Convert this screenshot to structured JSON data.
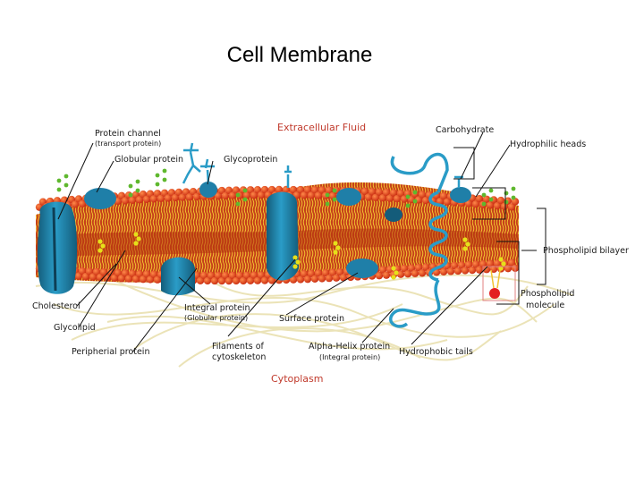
{
  "title": "Cell Membrane",
  "labels": {
    "extracellular_fluid": "Extracellular Fluid",
    "cytoplasm": "Cytoplasm",
    "protein_channel": "Protein channel",
    "protein_channel_sub": "(transport protein)",
    "globular_protein": "Globular protein",
    "glycoprotein": "Glycoprotein",
    "carbohydrate": "Carbohydrate",
    "hydrophilic_heads": "Hydrophilic heads",
    "phospholipid_bilayer": "Phospholipid bilayer",
    "phospholipid_molecule_1": "Phospholipid",
    "phospholipid_molecule_2": "molecule",
    "cholesterol": "Cholesterol",
    "glycolipid": "Glycolipid",
    "peripheral_protein": "Peripherial protein",
    "integral_protein": "Integral protein",
    "integral_protein_sub": "(Globular protein)",
    "surface_protein": "Surface protein",
    "filaments_1": "Filaments of",
    "filaments_2": "cytoskeleton",
    "alpha_helix": "Alpha-Helix protein",
    "alpha_helix_sub": "(Integral protein)",
    "hydrophobic_tails": "Hydrophobic tails"
  },
  "colors": {
    "head_red": "#d9381e",
    "head_orange": "#e8641c",
    "tail_yellow": "#f2c230",
    "core_brown": "#b5350f",
    "protein_blue": "#1f7fa8",
    "protein_dark": "#145c7a",
    "glyco_green": "#5fb82e",
    "cholesterol_yellow": "#e6e01a",
    "filament": "#e9e0b0",
    "label_red": "#c0392b"
  }
}
